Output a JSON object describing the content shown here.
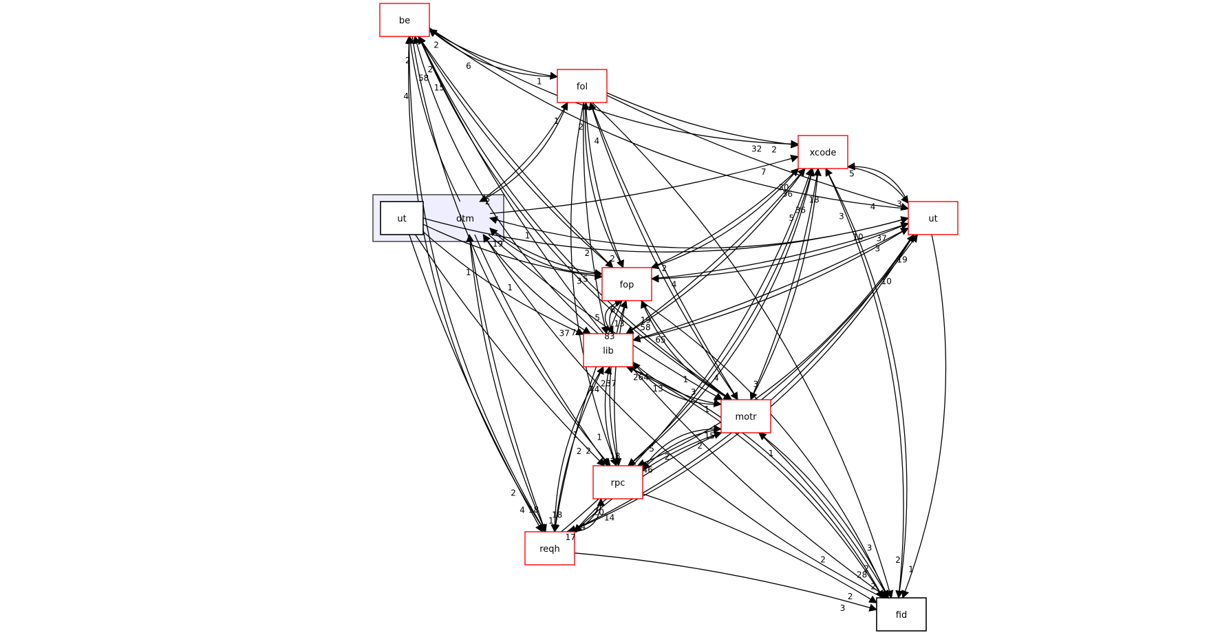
{
  "graph": {
    "title": "dtm directory dependency graph",
    "cluster": {
      "name": "dtm",
      "fill": "#eeeeff",
      "stroke": "#444444"
    },
    "nodes": [
      {
        "id": "be",
        "label": "be",
        "border": "#ff0000",
        "in_cluster": false
      },
      {
        "id": "fol",
        "label": "fol",
        "border": "#ff0000",
        "in_cluster": false
      },
      {
        "id": "xcode",
        "label": "xcode",
        "border": "#ff0000",
        "in_cluster": false
      },
      {
        "id": "ut2",
        "label": "ut",
        "border": "#ff0000",
        "in_cluster": false
      },
      {
        "id": "fop",
        "label": "fop",
        "border": "#ff0000",
        "in_cluster": false
      },
      {
        "id": "lib",
        "label": "lib",
        "border": "#ff0000",
        "in_cluster": false
      },
      {
        "id": "motr",
        "label": "motr",
        "border": "#ff0000",
        "in_cluster": false
      },
      {
        "id": "rpc",
        "label": "rpc",
        "border": "#ff0000",
        "in_cluster": false
      },
      {
        "id": "reqh",
        "label": "reqh",
        "border": "#ff0000",
        "in_cluster": false
      },
      {
        "id": "fid",
        "label": "fid",
        "border": "#000000",
        "in_cluster": false
      },
      {
        "id": "dtm",
        "label": "dtm",
        "border": "none",
        "in_cluster": true
      },
      {
        "id": "dtm_ut",
        "label": "ut",
        "border": "#000000",
        "in_cluster": true
      }
    ],
    "edges": [
      {
        "from": "dtm",
        "to": "be",
        "label": "2"
      },
      {
        "from": "dtm",
        "to": "fol",
        "label": "1"
      },
      {
        "from": "fol",
        "to": "dtm",
        "label": "2"
      },
      {
        "from": "dtm",
        "to": "xcode",
        "label": "7"
      },
      {
        "from": "ut2",
        "to": "dtm",
        "label": "1"
      },
      {
        "from": "dtm",
        "to": "fop",
        "label": "5"
      },
      {
        "from": "fop",
        "to": "dtm",
        "label": "19"
      },
      {
        "from": "dtm",
        "to": "lib",
        "label": "76"
      },
      {
        "from": "dtm",
        "to": "motr",
        "label": "3"
      },
      {
        "from": "dtm",
        "to": "rpc",
        "label": "2"
      },
      {
        "from": "dtm",
        "to": "reqh",
        "label": "18"
      },
      {
        "from": "dtm_ut",
        "to": "ut2",
        "label": "10"
      },
      {
        "from": "dtm_ut",
        "to": "fop",
        "label": "3"
      },
      {
        "from": "dtm_ut",
        "to": "lib",
        "label": "37"
      },
      {
        "from": "dtm_ut",
        "to": "rpc",
        "label": "2"
      },
      {
        "from": "dtm_ut",
        "to": "reqh",
        "label": "4"
      },
      {
        "from": "reqh",
        "to": "dtm",
        "label": "1"
      },
      {
        "from": "fid",
        "to": "dtm",
        "label": "1"
      },
      {
        "from": "be",
        "to": "fol",
        "label": "1"
      },
      {
        "from": "fol",
        "to": "be",
        "label": "2"
      },
      {
        "from": "be",
        "to": "xcode",
        "label": "32"
      },
      {
        "from": "be",
        "to": "fop",
        "label": "2"
      },
      {
        "from": "fop",
        "to": "be",
        "label": "2"
      },
      {
        "from": "be",
        "to": "fid",
        "label": "2"
      },
      {
        "from": "fol",
        "to": "xcode",
        "label": "2"
      },
      {
        "from": "fol",
        "to": "fop",
        "label": "2"
      },
      {
        "from": "fop",
        "to": "fol",
        "label": "2"
      },
      {
        "from": "fol",
        "to": "lib",
        "label": "5"
      },
      {
        "from": "fol",
        "to": "ut2",
        "label": "4"
      },
      {
        "from": "fol",
        "to": "rpc",
        "label": "1"
      },
      {
        "from": "fol",
        "to": "motr",
        "label": "4"
      },
      {
        "from": "motr",
        "to": "fol",
        "label": "4"
      },
      {
        "from": "fol",
        "to": "fid",
        "label": "3"
      },
      {
        "from": "fop",
        "to": "xcode",
        "label": "30"
      },
      {
        "from": "xcode",
        "to": "fop",
        "label": "2"
      },
      {
        "from": "fop",
        "to": "lib",
        "label": "83"
      },
      {
        "from": "lib",
        "to": "fop",
        "label": "8"
      },
      {
        "from": "fop",
        "to": "motr",
        "label": "4"
      },
      {
        "from": "motr",
        "to": "fop",
        "label": "19"
      },
      {
        "from": "fop",
        "to": "rpc",
        "label": "18"
      },
      {
        "from": "rpc",
        "to": "fop",
        "label": "13"
      },
      {
        "from": "fop",
        "to": "reqh",
        "label": "18"
      },
      {
        "from": "fop",
        "to": "ut2",
        "label": "37"
      },
      {
        "from": "ut2",
        "to": "fop",
        "label": "4"
      },
      {
        "from": "fop",
        "to": "fid",
        "label": "2"
      },
      {
        "from": "lib",
        "to": "xcode",
        "label": "36"
      },
      {
        "from": "xcode",
        "to": "lib",
        "label": "58"
      },
      {
        "from": "lib",
        "to": "be",
        "label": "58"
      },
      {
        "from": "lib",
        "to": "motr",
        "label": "1"
      },
      {
        "from": "motr",
        "to": "lib",
        "label": "264"
      },
      {
        "from": "lib",
        "to": "ut2",
        "label": "3"
      },
      {
        "from": "ut2",
        "to": "lib",
        "label": "65"
      },
      {
        "from": "lib",
        "to": "fid",
        "label": "28"
      },
      {
        "from": "fid",
        "to": "lib",
        "label": "13"
      },
      {
        "from": "rpc",
        "to": "lib",
        "label": "237"
      },
      {
        "from": "reqh",
        "to": "lib",
        "label": "44"
      },
      {
        "from": "lib",
        "to": "reqh",
        "label": "1"
      },
      {
        "from": "xcode",
        "to": "motr",
        "label": "3"
      },
      {
        "from": "motr",
        "to": "xcode",
        "label": "18"
      },
      {
        "from": "xcode",
        "to": "ut2",
        "label": "3"
      },
      {
        "from": "ut2",
        "to": "xcode",
        "label": "5"
      },
      {
        "from": "xcode",
        "to": "fid",
        "label": "2"
      },
      {
        "from": "fid",
        "to": "xcode",
        "label": "3"
      },
      {
        "from": "rpc",
        "to": "xcode",
        "label": "36"
      },
      {
        "from": "ut2",
        "to": "be",
        "label": "6"
      },
      {
        "from": "ut2",
        "to": "fid",
        "label": "1"
      },
      {
        "from": "ut2",
        "to": "rpc",
        "label": "2"
      },
      {
        "from": "ut2",
        "to": "reqh",
        "label": "14"
      },
      {
        "from": "reqh",
        "to": "ut2",
        "label": "10"
      },
      {
        "from": "motr",
        "to": "ut2",
        "label": "19"
      },
      {
        "from": "motr",
        "to": "be",
        "label": "15"
      },
      {
        "from": "be",
        "to": "motr",
        "label": "1"
      },
      {
        "from": "motr",
        "to": "rpc",
        "label": "46"
      },
      {
        "from": "rpc",
        "to": "motr",
        "label": "15"
      },
      {
        "from": "motr",
        "to": "reqh",
        "label": "4"
      },
      {
        "from": "reqh",
        "to": "motr",
        "label": "2"
      },
      {
        "from": "motr",
        "to": "fid",
        "label": "2"
      },
      {
        "from": "fid",
        "to": "motr",
        "label": "1"
      },
      {
        "from": "be",
        "to": "rpc",
        "label": "1"
      },
      {
        "from": "rpc",
        "to": "reqh",
        "label": "17"
      },
      {
        "from": "reqh",
        "to": "rpc",
        "label": "20"
      },
      {
        "from": "rpc",
        "to": "fid",
        "label": "2"
      },
      {
        "from": "reqh",
        "to": "be",
        "label": "4"
      },
      {
        "from": "be",
        "to": "reqh",
        "label": "2"
      },
      {
        "from": "reqh",
        "to": "fid",
        "label": "3"
      },
      {
        "from": "reqh",
        "to": "xcode",
        "label": "5"
      },
      {
        "from": "xcode",
        "to": "rpc",
        "label": "5"
      }
    ]
  }
}
